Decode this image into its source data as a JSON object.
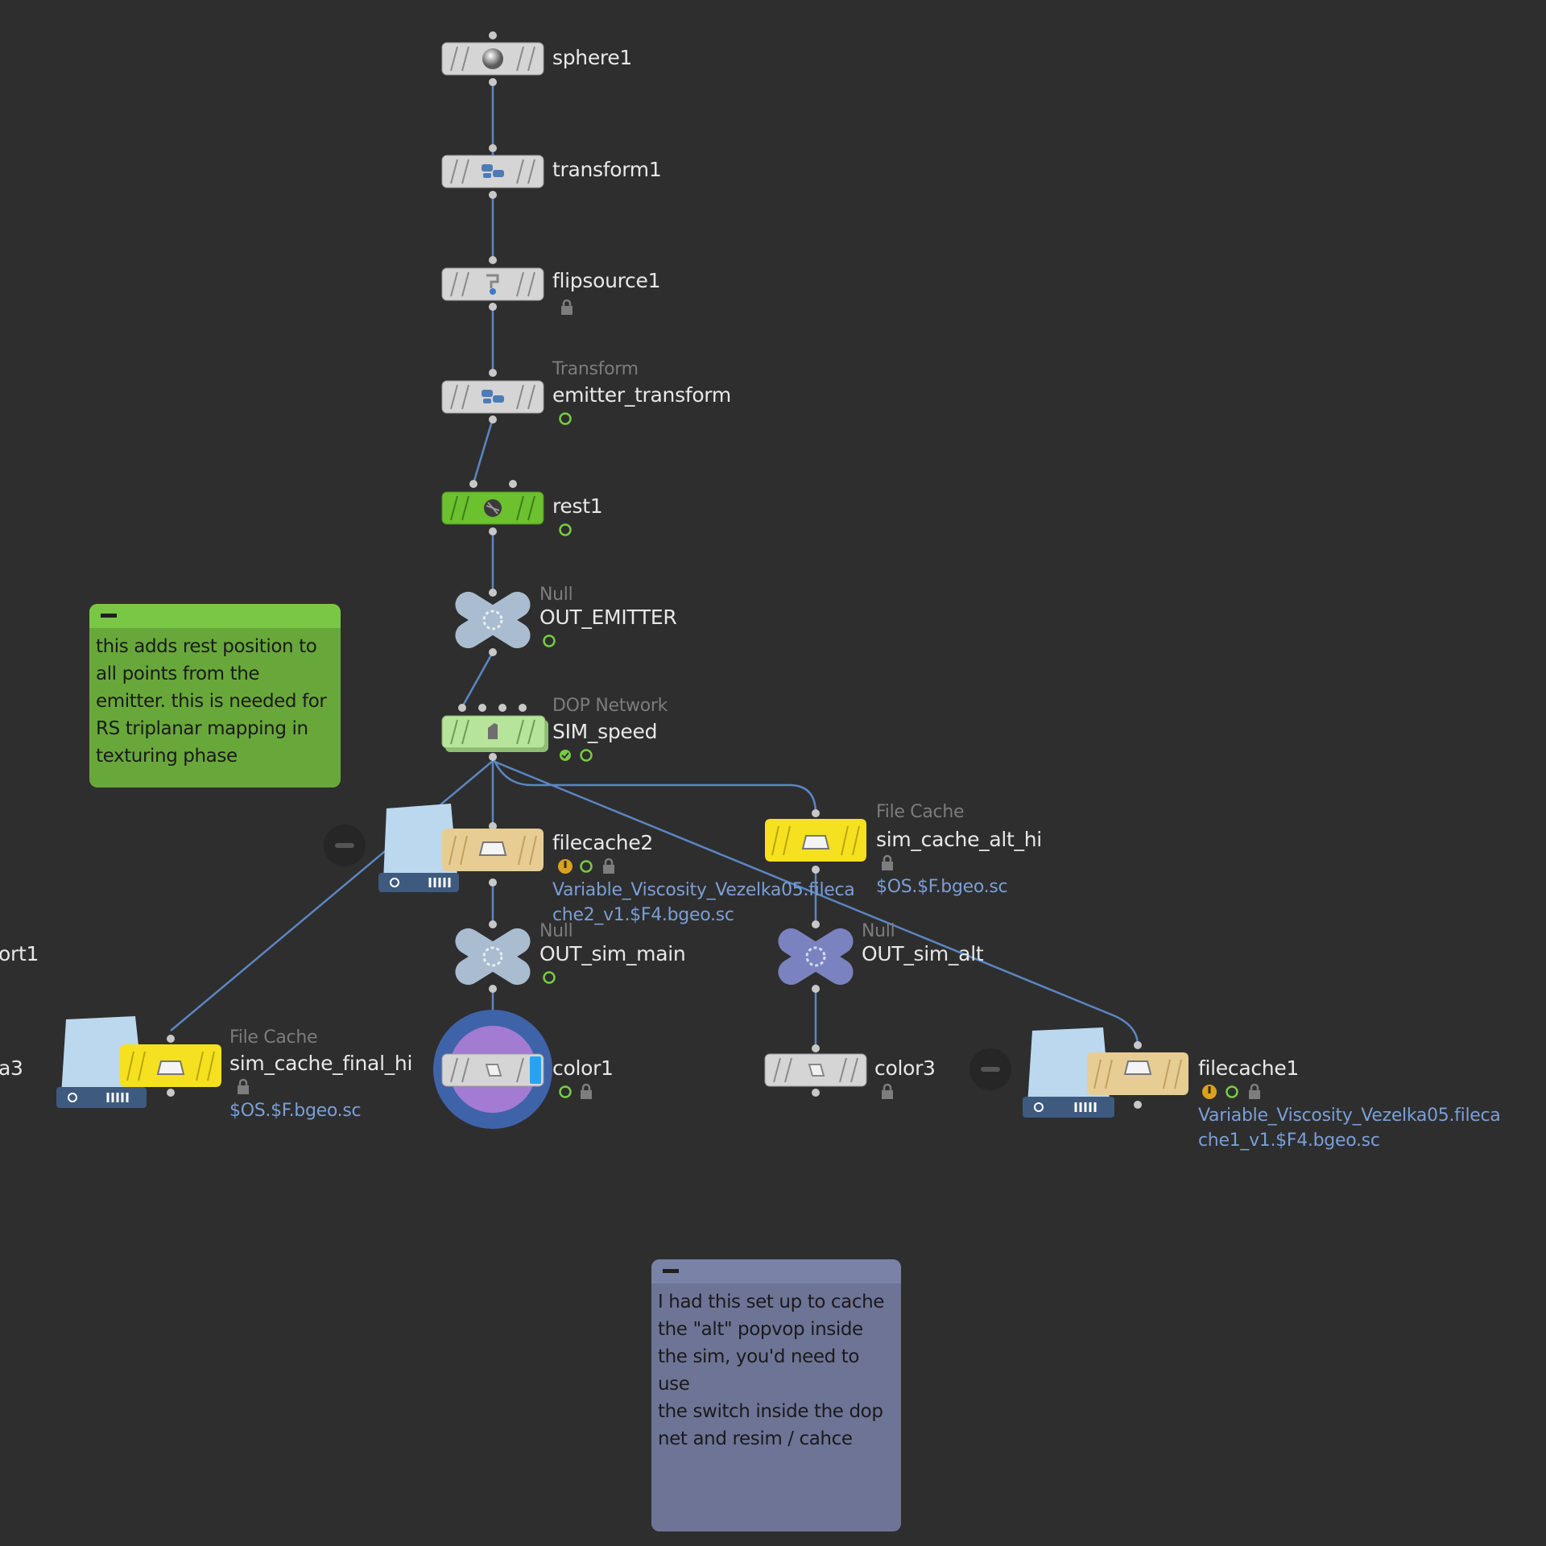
{
  "nodes": {
    "sphere1": {
      "name": "sphere1"
    },
    "transform1": {
      "name": "transform1"
    },
    "flipsource1": {
      "name": "flipsource1"
    },
    "emitter_transform": {
      "type": "Transform",
      "name": "emitter_transform"
    },
    "rest1": {
      "name": "rest1"
    },
    "out_emitter": {
      "type": "Null",
      "name": "OUT_EMITTER"
    },
    "sim_speed": {
      "type": "DOP Network",
      "name": "SIM_speed"
    },
    "filecache2": {
      "name": "filecache2",
      "path_line1": "Variable_Viscosity_Vezelka05.fileca",
      "path_line2": "che2_v1.$F4.bgeo.sc"
    },
    "sim_cache_alt_hi": {
      "type": "File Cache",
      "name": "sim_cache_alt_hi",
      "path": "$OS.$F.bgeo.sc"
    },
    "out_sim_main": {
      "type": "Null",
      "name": "OUT_sim_main"
    },
    "out_sim_alt": {
      "type": "Null",
      "name": "OUT_sim_alt"
    },
    "sim_cache_final_hi": {
      "type": "File Cache",
      "name": "sim_cache_final_hi",
      "path": "$OS.$F.bgeo.sc"
    },
    "color1": {
      "name": "color1"
    },
    "color3": {
      "name": "color3"
    },
    "filecache1": {
      "name": "filecache1",
      "path_line1": "Variable_Viscosity_Vezelka05.fileca",
      "path_line2": "che1_v1.$F4.bgeo.sc"
    },
    "offscreen_left_1": {
      "name": "ort1"
    },
    "offscreen_left_2": {
      "name": "a3"
    }
  },
  "notes": {
    "green": {
      "lines": [
        "this adds rest position to",
        "all points from the",
        "emitter. this is needed for",
        "RS triplanar mapping in",
        "texturing phase"
      ]
    },
    "purple": {
      "lines": [
        "I had this set up to cache",
        "the \"alt\" popvop inside",
        "the sim, you'd need to use",
        "the switch inside the dop",
        "net and resim / cahce"
      ]
    }
  },
  "colors": {
    "background": "#2e2e2e",
    "wire": "#5b86c2",
    "node_default": "#d5d5d5",
    "node_green": "#6cc12e",
    "node_dop": "#b6e49a",
    "node_cache_tan": "#e7cd93",
    "node_cache_yellow": "#f5e11f",
    "note_green": "#68a83a",
    "note_purple": "#6e7496",
    "path_text": "#7a9fd6"
  }
}
